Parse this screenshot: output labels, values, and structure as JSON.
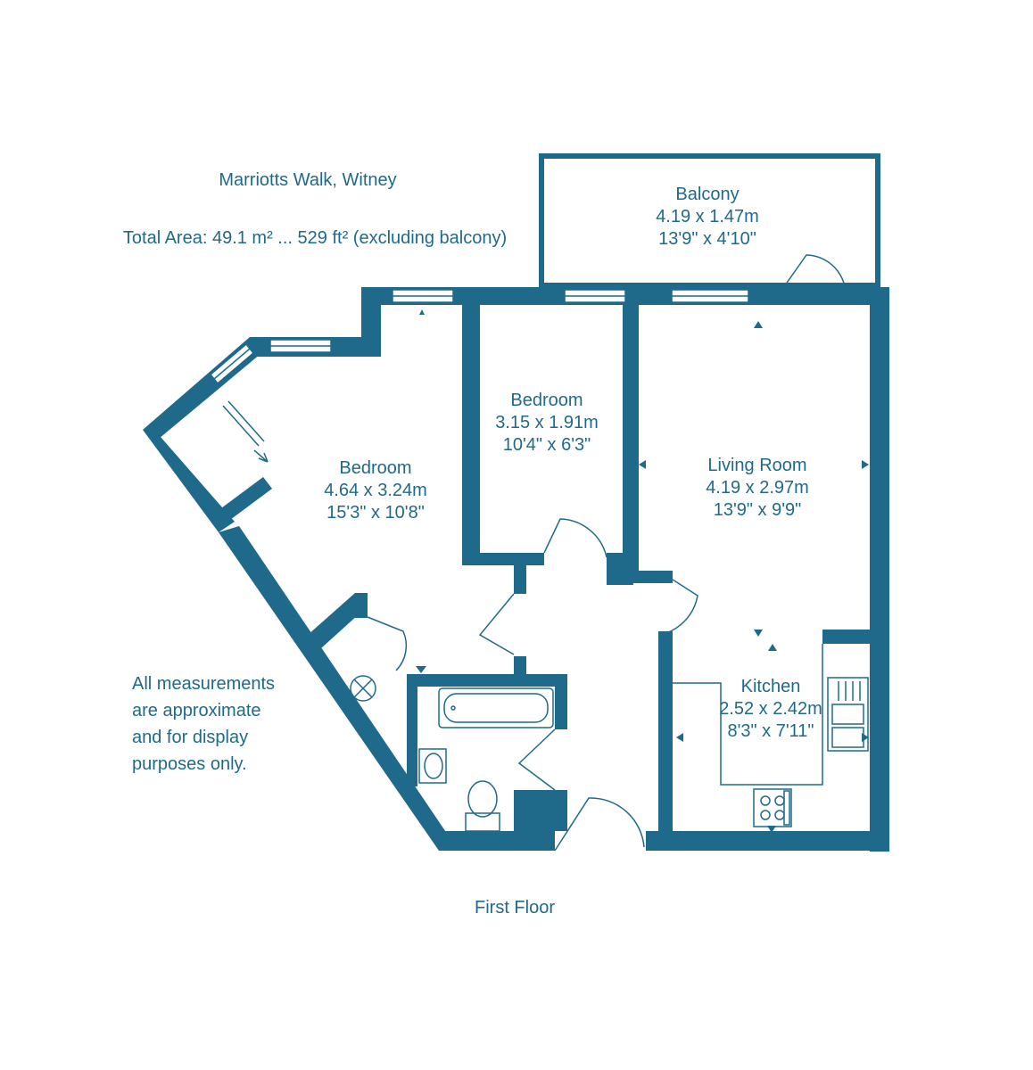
{
  "header": {
    "address": "Marriotts Walk, Witney",
    "total_area": "Total Area: 49.1 m² ... 529 ft² (excluding balcony)"
  },
  "rooms": {
    "balcony": {
      "name": "Balcony",
      "metric": "4.19 x 1.47m",
      "imperial": "13'9\" x 4'10\""
    },
    "bedroom_small": {
      "name": "Bedroom",
      "metric": "3.15 x 1.91m",
      "imperial": "10'4\" x 6'3\""
    },
    "living_room": {
      "name": "Living Room",
      "metric": "4.19 x 2.97m",
      "imperial": "13'9\" x 9'9\""
    },
    "bedroom_large": {
      "name": "Bedroom",
      "metric": "4.64 x 3.24m",
      "imperial": "15'3\" x 10'8\""
    },
    "kitchen": {
      "name": "Kitchen",
      "metric": "2.52 x 2.42m",
      "imperial": "8'3\" x 7'11\""
    }
  },
  "disclaimer": {
    "line1": "All measurements",
    "line2": "are approximate",
    "line3": "and for display",
    "line4": "purposes only."
  },
  "floor_label": "First Floor",
  "colors": {
    "wall": "#1f6a8a",
    "text": "#1f6a8a",
    "background": "#ffffff"
  }
}
